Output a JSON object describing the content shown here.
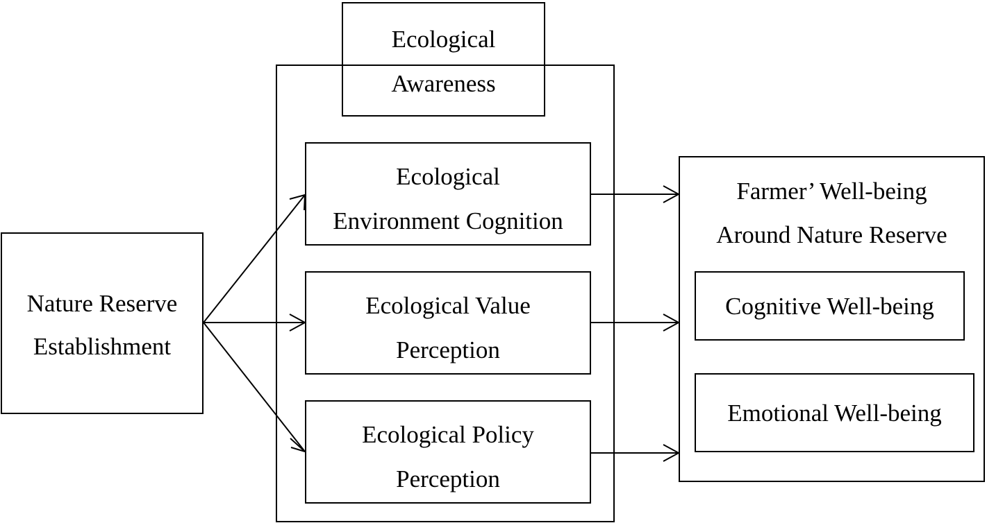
{
  "source_node": {
    "line1": "Nature Reserve",
    "line2": "Establishment"
  },
  "awareness_group": {
    "title_line1": "Ecological",
    "title_line2": "Awareness",
    "items": [
      {
        "line1": "Ecological",
        "line2": "Environment Cognition"
      },
      {
        "line1": "Ecological Value",
        "line2": "Perception"
      },
      {
        "line1": "Ecological Policy",
        "line2": "Perception"
      }
    ]
  },
  "wellbeing_group": {
    "title_line1": "Farmer’ Well-being",
    "title_line2": "Around Nature Reserve",
    "items": [
      {
        "label": "Cognitive Well-being"
      },
      {
        "label": "Emotional Well-being"
      }
    ]
  }
}
